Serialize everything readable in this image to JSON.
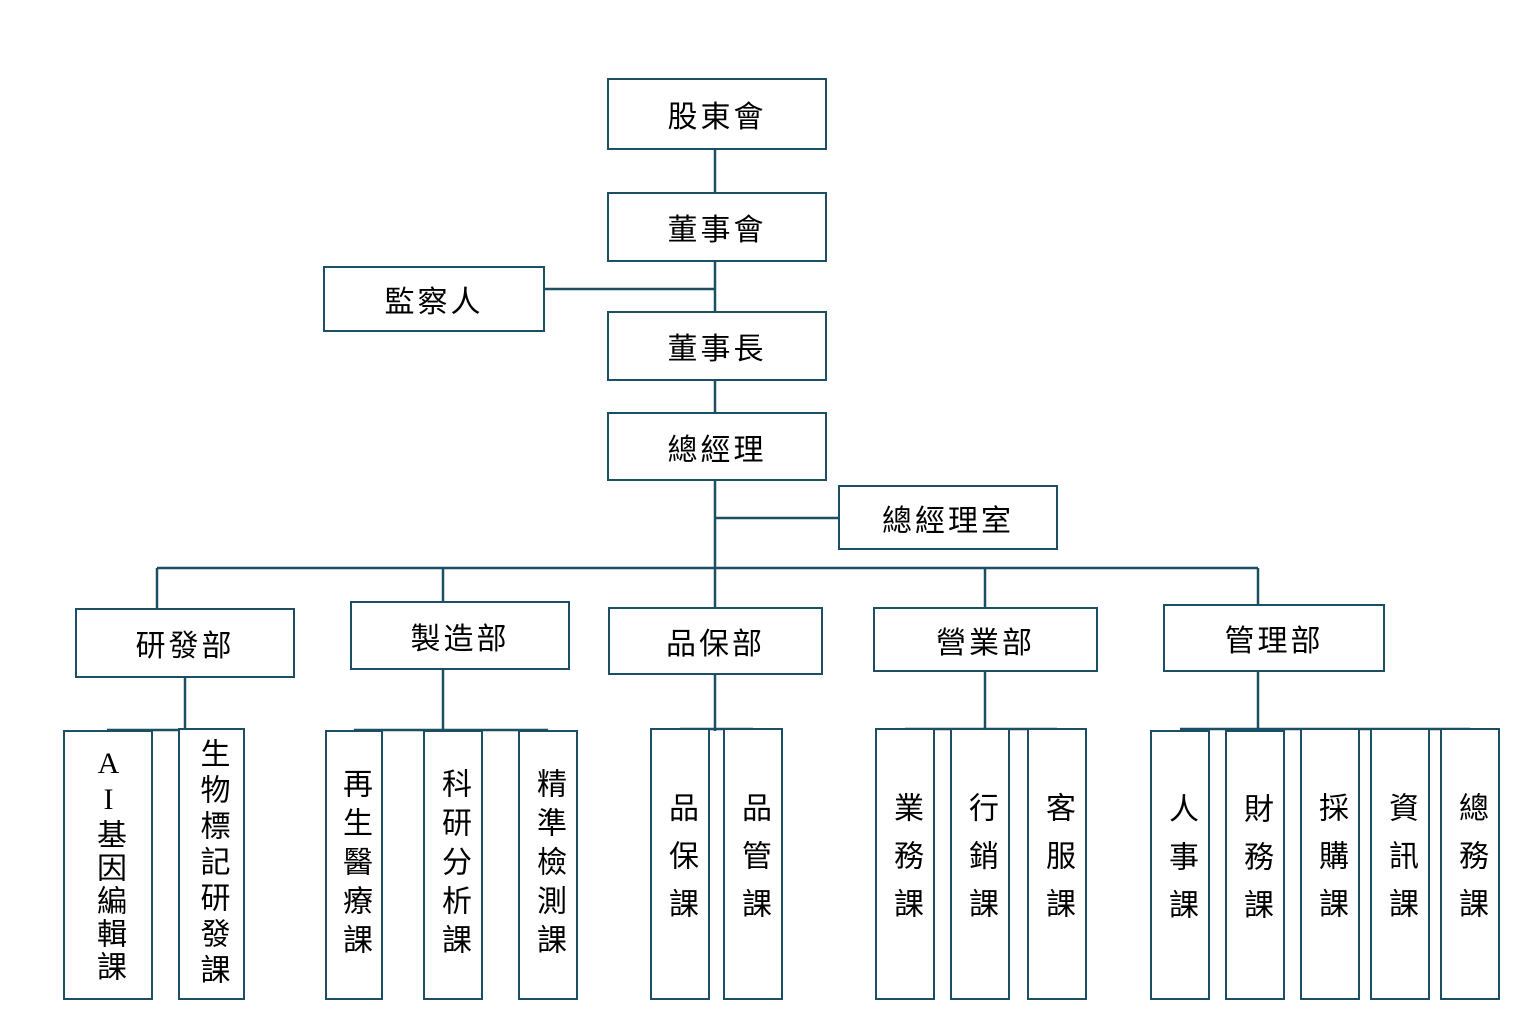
{
  "chart": {
    "type": "org-chart",
    "background": "#ffffff",
    "line_color": "#1c4f63",
    "box_border_color": "#1c4f63",
    "text_color": "#000000",
    "nodes": {
      "shareholders": "股東會",
      "board": "董事會",
      "supervisor": "監察人",
      "chairman": "董事長",
      "gm": "總經理",
      "gm_office": "總經理室"
    },
    "departments": [
      {
        "label": "研發部",
        "sections": [
          "AI基因編輯課",
          "生物標記研發課"
        ]
      },
      {
        "label": "製造部",
        "sections": [
          "再生醫療課",
          "科研分析課",
          "精準檢測課"
        ]
      },
      {
        "label": "品保部",
        "sections": [
          "品保課",
          "品管課"
        ]
      },
      {
        "label": "營業部",
        "sections": [
          "業務課",
          "行銷課",
          "客服課"
        ]
      },
      {
        "label": "管理部",
        "sections": [
          "人事課",
          "財務課",
          "採購課",
          "資訊課",
          "總務課"
        ]
      }
    ]
  }
}
